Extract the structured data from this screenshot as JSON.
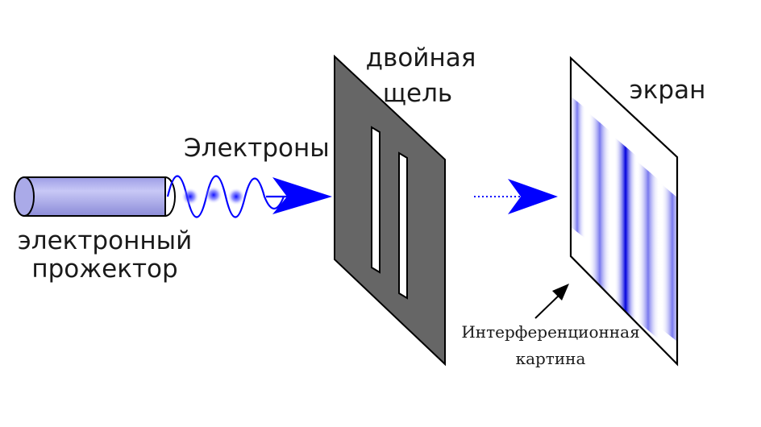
{
  "labels": {
    "electrons": "Электроны",
    "gun_line1": "электронный",
    "gun_line2": "прожектор",
    "slit_line1": "двойная",
    "slit_line2": "щель",
    "screen": "экран",
    "pattern_line1": "Интерференционная",
    "pattern_line2": "картина"
  },
  "colors": {
    "gun_body": "#b3b3ee",
    "beam": "#0000ff",
    "slit_plate": "#666666",
    "fringe": "#0000dd",
    "stroke": "#000000"
  },
  "icons": {
    "source": "electron-gun-icon",
    "barrier": "double-slit-icon",
    "target": "screen-icon"
  }
}
